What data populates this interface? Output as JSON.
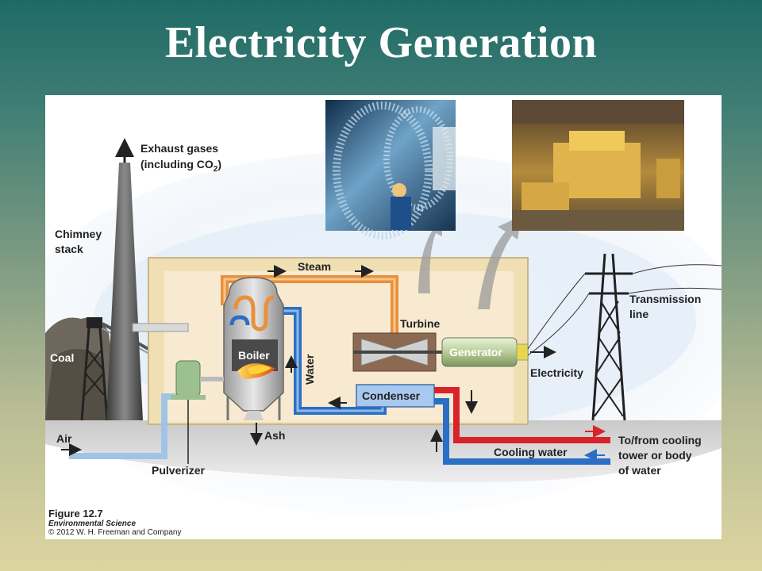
{
  "slide": {
    "title": "Electricity Generation"
  },
  "diagram": {
    "labels": {
      "exhaust_line1": "Exhaust gases",
      "exhaust_line2": "(including CO",
      "exhaust_sub": "2",
      "exhaust_close": ")",
      "chimney_line1": "Chimney",
      "chimney_line2": "stack",
      "coal": "Coal",
      "air": "Air",
      "pulverizer": "Pulverizer",
      "boiler": "Boiler",
      "ash": "Ash",
      "water": "Water",
      "steam": "Steam",
      "turbine": "Turbine",
      "generator": "Generator",
      "condenser": "Condenser",
      "electricity": "Electricity",
      "transmission_line1": "Transmission",
      "transmission_line2": "line",
      "cooling_water": "Cooling water",
      "tofrom_line1": "To/from cooling",
      "tofrom_line2": "tower or body",
      "tofrom_line3": "of water"
    },
    "photos": {
      "turbine_photo": "turbine-photo",
      "generator_photo": "generator-hall-photo"
    },
    "colors": {
      "steam_pipe": "#e8903a",
      "water_pipe": "#2b6fc4",
      "hot_pipe": "#d8232a",
      "building": "#f1dfb4",
      "ground": "#bdbdbd"
    }
  },
  "caption": {
    "figure": "Figure 12.7",
    "book": "Environmental Science",
    "copyright": "© 2012 W. H. Freeman and Company"
  }
}
